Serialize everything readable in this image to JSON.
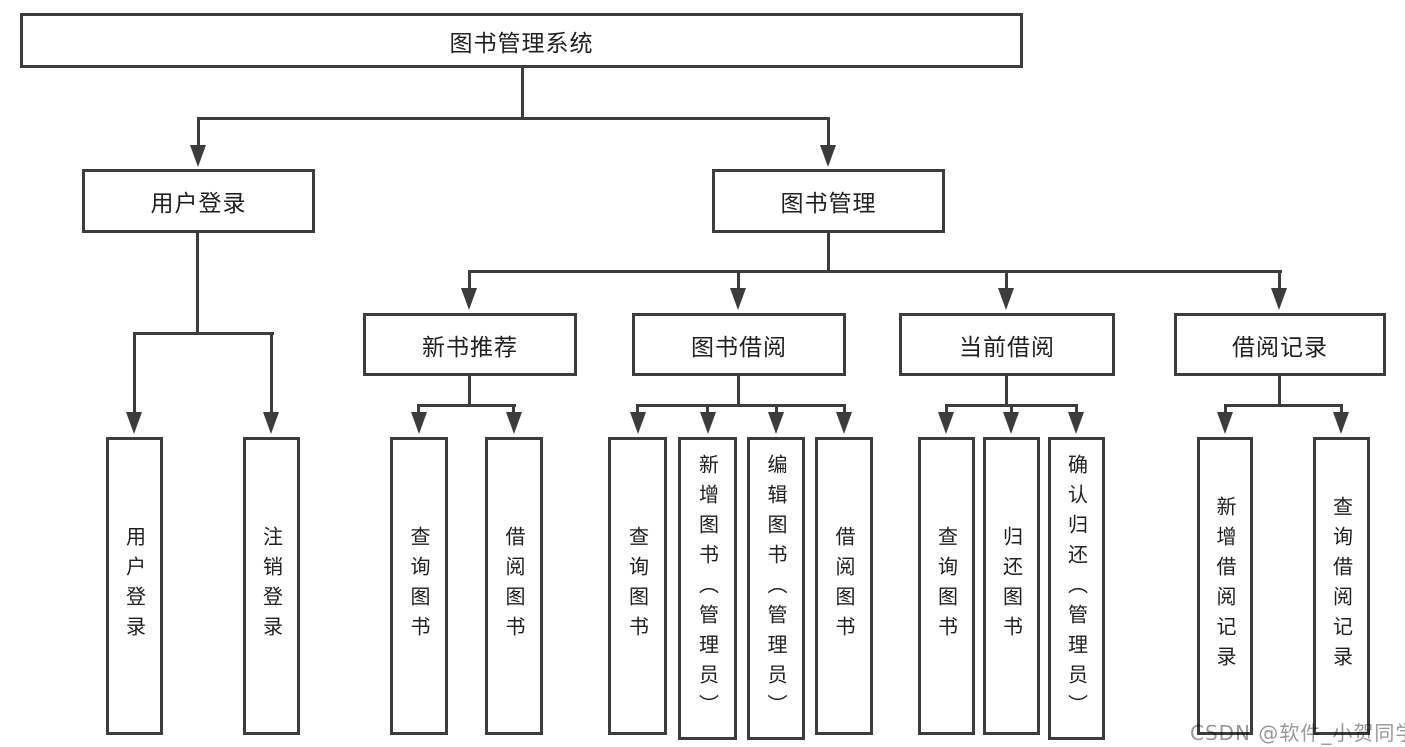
{
  "title": "图书管理系统",
  "tree": {
    "label": "图书管理系统",
    "children": [
      {
        "label": "用户登录",
        "children": [
          {
            "label": "用户登录"
          },
          {
            "label": "注销登录"
          }
        ]
      },
      {
        "label": "图书管理",
        "children": [
          {
            "label": "新书推荐",
            "children": [
              {
                "label": "查询图书"
              },
              {
                "label": "借阅图书"
              }
            ]
          },
          {
            "label": "图书借阅",
            "children": [
              {
                "label": "查询图书"
              },
              {
                "label": "新增图书（管理员）"
              },
              {
                "label": "编辑图书（管理员）"
              },
              {
                "label": "借阅图书"
              }
            ]
          },
          {
            "label": "当前借阅",
            "children": [
              {
                "label": "查询图书"
              },
              {
                "label": "归还图书"
              },
              {
                "label": "确认归还（管理员）"
              }
            ]
          },
          {
            "label": "借阅记录",
            "children": [
              {
                "label": "新增借阅记录"
              },
              {
                "label": "查询借阅记录"
              }
            ]
          }
        ]
      }
    ]
  },
  "watermark": "CSDN @软件_小贺同学",
  "colors": {
    "line": "#3c3c3c",
    "border": "#3c3c3c",
    "text": "#202020",
    "background": "#ffffff",
    "watermark": "#999999"
  }
}
